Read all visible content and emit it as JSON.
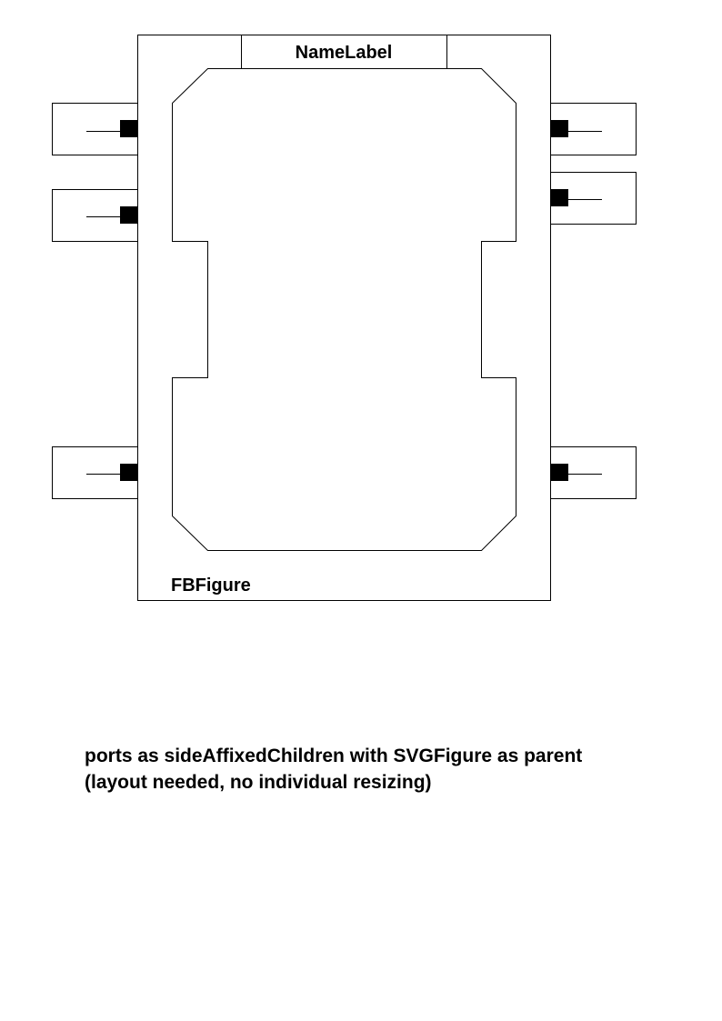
{
  "diagram": {
    "name_label": "NameLabel",
    "figure_label": "FBFigure",
    "ports": {
      "left": [
        "left-port",
        "left-port",
        "left-port"
      ],
      "right": [
        "right-port",
        "right-port",
        "right-port"
      ]
    }
  },
  "caption": {
    "line1": "ports as sideAffixedChildren with SVGFigure as parent",
    "line2": "(layout needed, no individual resizing)"
  }
}
